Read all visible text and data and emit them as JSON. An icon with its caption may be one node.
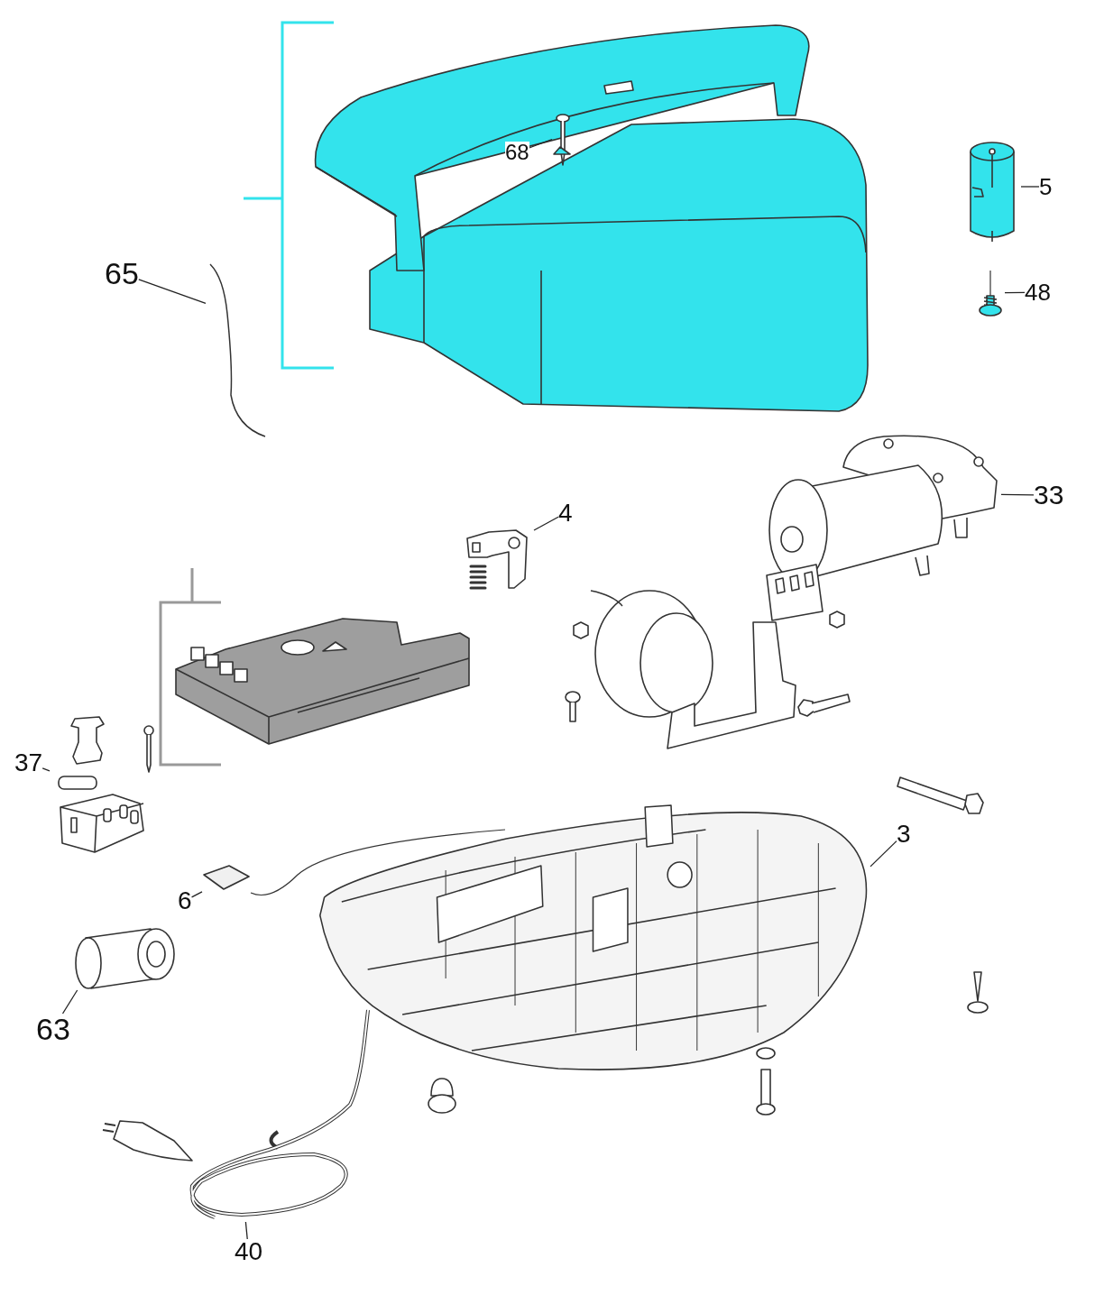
{
  "diagram": {
    "nodes": [
      {
        "text": [
          "68"
        ]
      },
      {
        "text": [],
        "shape": "picture"
      },
      {
        "text": [
          "5"
        ]
      },
      {
        "text": [],
        "shape": "picture"
      },
      {
        "text": [
          "65"
        ]
      },
      {
        "text": [],
        "shape": "picture"
      },
      {
        "text": [
          "48"
        ]
      },
      {
        "text": [],
        "shape": "picture"
      },
      {
        "text": [
          "33"
        ]
      },
      {
        "text": [],
        "shape": "picture"
      },
      {
        "text": [
          "4"
        ]
      },
      {
        "text": [],
        "shape": "picture"
      },
      {
        "text": [
          "37"
        ]
      },
      {
        "text": [],
        "shape": "picture"
      },
      {
        "text": [
          "3"
        ]
      },
      {
        "text": [],
        "shape": "picture"
      },
      {
        "text": [
          "6"
        ]
      },
      {
        "text": [],
        "shape": "picture"
      },
      {
        "text": [
          "63"
        ]
      },
      {
        "text": [],
        "shape": "picture"
      },
      {
        "text": [
          "40"
        ]
      },
      {
        "text": [],
        "shape": "picture"
      }
    ],
    "edges": [
      {
        "from": 0,
        "to": 1,
        "arrow": "none"
      },
      {
        "from": 2,
        "to": 3,
        "arrow": "none"
      },
      {
        "from": 4,
        "to": 5,
        "arrow": "none"
      },
      {
        "from": 6,
        "to": 7,
        "arrow": "none"
      },
      {
        "from": 8,
        "to": 9,
        "arrow": "none"
      },
      {
        "from": 10,
        "to": 11,
        "arrow": "none"
      },
      {
        "from": 12,
        "to": 13,
        "arrow": "none"
      },
      {
        "from": 14,
        "to": 15,
        "arrow": "none"
      },
      {
        "from": 16,
        "to": 17,
        "arrow": "none"
      },
      {
        "from": 18,
        "to": 19,
        "arrow": "none"
      },
      {
        "from": 20,
        "to": 21,
        "arrow": "none"
      }
    ]
  }
}
